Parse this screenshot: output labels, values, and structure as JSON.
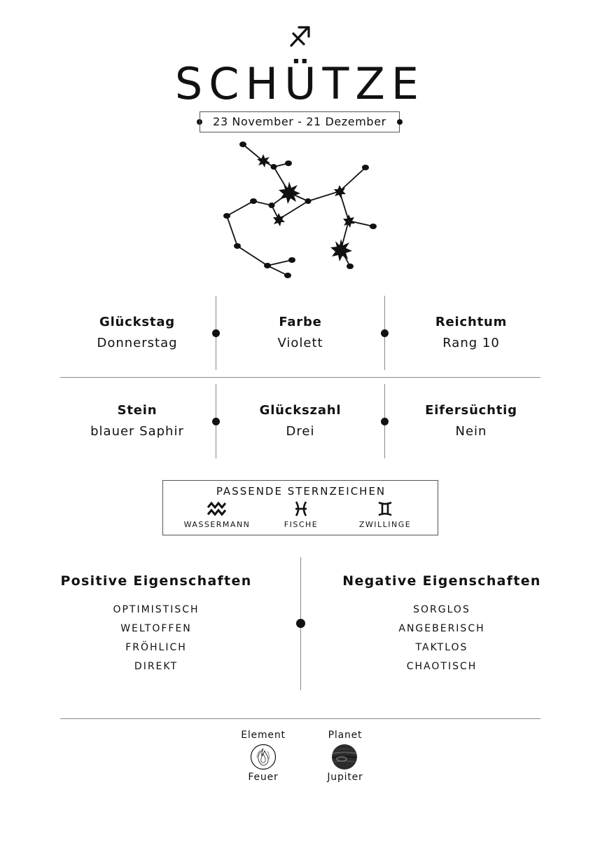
{
  "header": {
    "symbol_icon": "sagittarius-arrow-icon",
    "title": "SCHÜTZE",
    "date_range": "23 November - 21 Dezember"
  },
  "constellation_icon": "sagittarius-constellation-icon",
  "attributes": {
    "row1": [
      {
        "label": "Glückstag",
        "value": "Donnerstag"
      },
      {
        "label": "Farbe",
        "value": "Violett"
      },
      {
        "label": "Reichtum",
        "value": "Rang 10"
      }
    ],
    "row2": [
      {
        "label": "Stein",
        "value": "blauer Saphir"
      },
      {
        "label": "Glückszahl",
        "value": "Drei"
      },
      {
        "label": "Eifersüchtig",
        "value": "Nein"
      }
    ]
  },
  "matching": {
    "title": "PASSENDE STERNZEICHEN",
    "signs": [
      {
        "name": "WASSERMANN",
        "icon": "aquarius-icon"
      },
      {
        "name": "FISCHE",
        "icon": "pisces-icon"
      },
      {
        "name": "ZWILLINGE",
        "icon": "gemini-icon"
      }
    ]
  },
  "traits": {
    "positive_title": "Positive Eigenschaften",
    "positive": [
      "OPTIMISTISCH",
      "WELTOFFEN",
      "FRÖHLICH",
      "DIREKT"
    ],
    "negative_title": "Negative Eigenschaften",
    "negative": [
      "SORGLOS",
      "ANGEBERISCH",
      "TAKTLOS",
      "CHAOTISCH"
    ]
  },
  "footer": {
    "element_label": "Element",
    "element_value": "Feuer",
    "element_icon": "fire-element-icon",
    "planet_label": "Planet",
    "planet_value": "Jupiter",
    "planet_icon": "jupiter-planet-icon"
  }
}
